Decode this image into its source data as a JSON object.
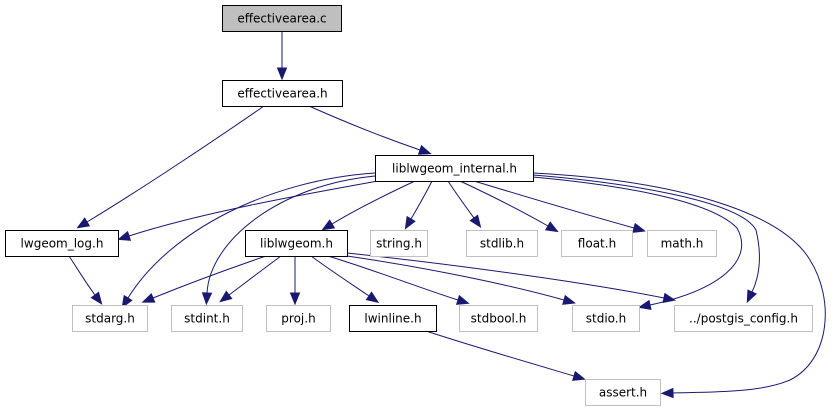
{
  "title": "Include dependency graph for effectivearea.c",
  "colors": {
    "edge": "#191970",
    "root_fill": "#bfbfbf",
    "documented_border": "#000000",
    "undocumented_border": "#bfbfbf"
  },
  "nodes": [
    {
      "id": "effectivearea_c",
      "label": "effectivearea.c",
      "kind": "root"
    },
    {
      "id": "effectivearea_h",
      "label": "effectivearea.h",
      "kind": "documented"
    },
    {
      "id": "liblwgeom_internal_h",
      "label": "liblwgeom_internal.h",
      "kind": "documented"
    },
    {
      "id": "lwgeom_log_h",
      "label": "lwgeom_log.h",
      "kind": "documented"
    },
    {
      "id": "liblwgeom_h",
      "label": "liblwgeom.h",
      "kind": "documented"
    },
    {
      "id": "string_h",
      "label": "string.h",
      "kind": "external"
    },
    {
      "id": "stdlib_h",
      "label": "stdlib.h",
      "kind": "external"
    },
    {
      "id": "float_h",
      "label": "float.h",
      "kind": "external"
    },
    {
      "id": "math_h",
      "label": "math.h",
      "kind": "external"
    },
    {
      "id": "stdarg_h",
      "label": "stdarg.h",
      "kind": "external"
    },
    {
      "id": "stdint_h",
      "label": "stdint.h",
      "kind": "external"
    },
    {
      "id": "proj_h",
      "label": "proj.h",
      "kind": "external"
    },
    {
      "id": "lwinline_h",
      "label": "lwinline.h",
      "kind": "documented"
    },
    {
      "id": "stdbool_h",
      "label": "stdbool.h",
      "kind": "external"
    },
    {
      "id": "stdio_h",
      "label": "stdio.h",
      "kind": "external"
    },
    {
      "id": "postgis_config_h",
      "label": "../postgis_config.h",
      "kind": "external"
    },
    {
      "id": "assert_h",
      "label": "assert.h",
      "kind": "external"
    }
  ],
  "edges": [
    {
      "from": "effectivearea_c",
      "to": "effectivearea_h"
    },
    {
      "from": "effectivearea_h",
      "to": "lwgeom_log_h"
    },
    {
      "from": "effectivearea_h",
      "to": "liblwgeom_internal_h"
    },
    {
      "from": "liblwgeom_internal_h",
      "to": "lwgeom_log_h"
    },
    {
      "from": "liblwgeom_internal_h",
      "to": "liblwgeom_h"
    },
    {
      "from": "liblwgeom_internal_h",
      "to": "string_h"
    },
    {
      "from": "liblwgeom_internal_h",
      "to": "stdlib_h"
    },
    {
      "from": "liblwgeom_internal_h",
      "to": "float_h"
    },
    {
      "from": "liblwgeom_internal_h",
      "to": "math_h"
    },
    {
      "from": "liblwgeom_internal_h",
      "to": "stdarg_h"
    },
    {
      "from": "liblwgeom_internal_h",
      "to": "stdint_h"
    },
    {
      "from": "liblwgeom_internal_h",
      "to": "stdio_h"
    },
    {
      "from": "liblwgeom_internal_h",
      "to": "postgis_config_h"
    },
    {
      "from": "liblwgeom_internal_h",
      "to": "assert_h"
    },
    {
      "from": "lwgeom_log_h",
      "to": "stdarg_h"
    },
    {
      "from": "liblwgeom_h",
      "to": "stdarg_h"
    },
    {
      "from": "liblwgeom_h",
      "to": "stdint_h"
    },
    {
      "from": "liblwgeom_h",
      "to": "proj_h"
    },
    {
      "from": "liblwgeom_h",
      "to": "lwinline_h"
    },
    {
      "from": "liblwgeom_h",
      "to": "stdbool_h"
    },
    {
      "from": "liblwgeom_h",
      "to": "stdio_h"
    },
    {
      "from": "liblwgeom_h",
      "to": "postgis_config_h"
    },
    {
      "from": "lwinline_h",
      "to": "assert_h"
    }
  ]
}
